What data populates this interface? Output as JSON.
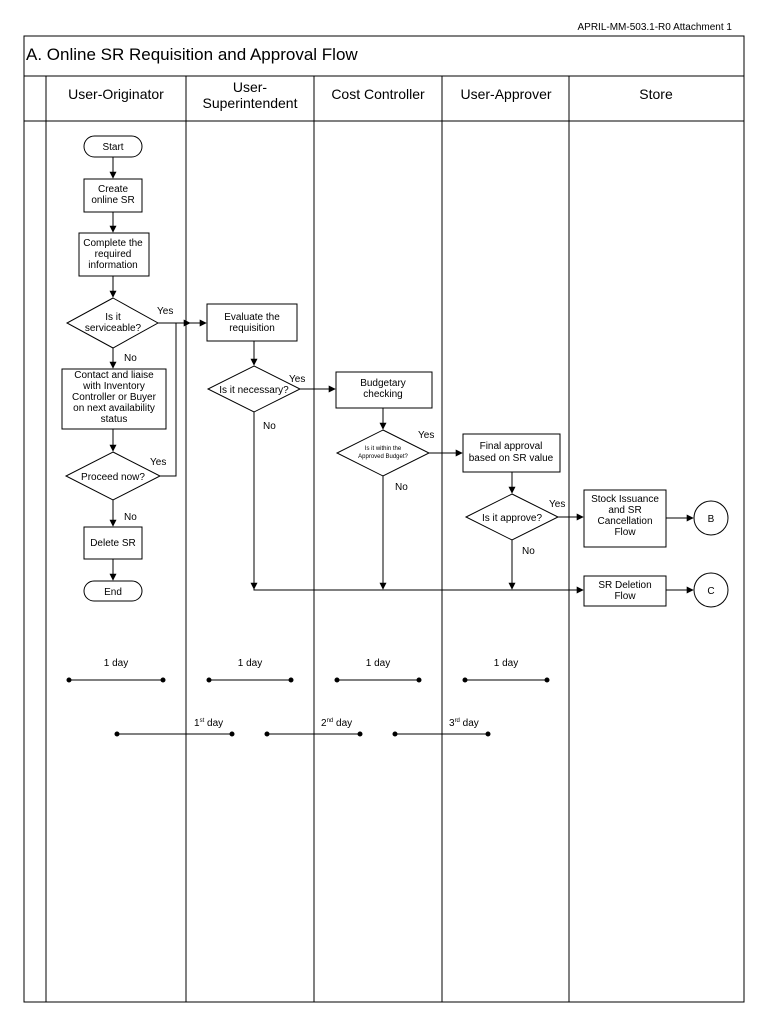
{
  "header": {
    "doc_ref": "APRIL-MM-503.1-R0 Attachment 1",
    "title": "A. Online SR Requisition and Approval Flow"
  },
  "lanes": [
    {
      "id": "originator",
      "label": [
        "User-Originator"
      ]
    },
    {
      "id": "superintendent",
      "label": [
        "User-",
        "Superintendent"
      ]
    },
    {
      "id": "cost",
      "label": [
        "Cost Controller"
      ]
    },
    {
      "id": "approver",
      "label": [
        "User-Approver"
      ]
    },
    {
      "id": "store",
      "label": [
        "Store"
      ]
    }
  ],
  "nodes": {
    "start": [
      "Start"
    ],
    "create": [
      "Create",
      "online SR"
    ],
    "complete": [
      "Complete the",
      "required",
      "information"
    ],
    "serviceable": [
      "Is it",
      "serviceable?"
    ],
    "contact": [
      "Contact and liaise",
      "with Inventory",
      "Controller or Buyer",
      "on next availability",
      "status"
    ],
    "proceed": [
      "Proceed now?"
    ],
    "delete": [
      "Delete SR"
    ],
    "end": [
      "End"
    ],
    "evaluate": [
      "Evaluate the",
      "requisition"
    ],
    "necessary": [
      "Is it necessary?"
    ],
    "budgetary": [
      "Budgetary",
      "checking"
    ],
    "within_budget": [
      "Is it within the",
      "Approved Budget?"
    ],
    "final_approval": [
      "Final approval",
      "based on SR value"
    ],
    "approve": [
      "Is it approve?"
    ],
    "stock": [
      "Stock Issuance",
      "and SR",
      "Cancellation",
      "Flow"
    ],
    "deletion": [
      "SR Deletion",
      "Flow"
    ],
    "conn_b": [
      "B"
    ],
    "conn_c": [
      "C"
    ]
  },
  "labels": {
    "yes": "Yes",
    "no": "No"
  },
  "durations": {
    "lane_days": [
      "1 day",
      "1 day",
      "1 day",
      "1 day"
    ],
    "day_seq": [
      {
        "num": "1",
        "sup": "st",
        "rest": " day"
      },
      {
        "num": "2",
        "sup": "nd",
        "rest": " day"
      },
      {
        "num": "3",
        "sup": "rd",
        "rest": " day"
      }
    ]
  }
}
